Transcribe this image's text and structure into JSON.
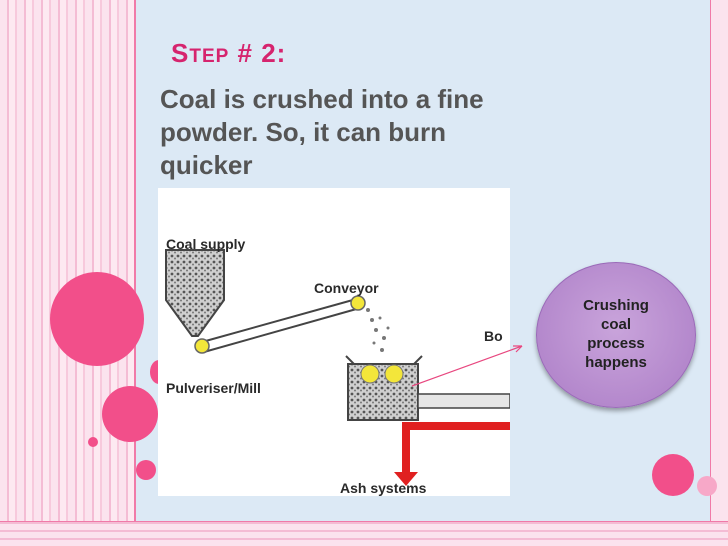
{
  "slide": {
    "title_first_letter": "S",
    "title_rest": "TEP",
    "title_number": " # 2:",
    "body": "Coal is crushed into a fine powder. So, it can burn quicker"
  },
  "diagram": {
    "labels": {
      "coal_supply": "Coal supply",
      "conveyor": "Conveyor",
      "boiler": "Bo",
      "pulveriser": "Pulveriser/Mill",
      "ash": "Ash systems"
    }
  },
  "callout": {
    "lines": [
      "Crushing",
      "coal",
      "process",
      "happens"
    ]
  },
  "colors": {
    "title": "#d6246e",
    "accent_pink": "#f24f8a",
    "callout": "#ab7cc6",
    "arrow": "#e8477f"
  }
}
